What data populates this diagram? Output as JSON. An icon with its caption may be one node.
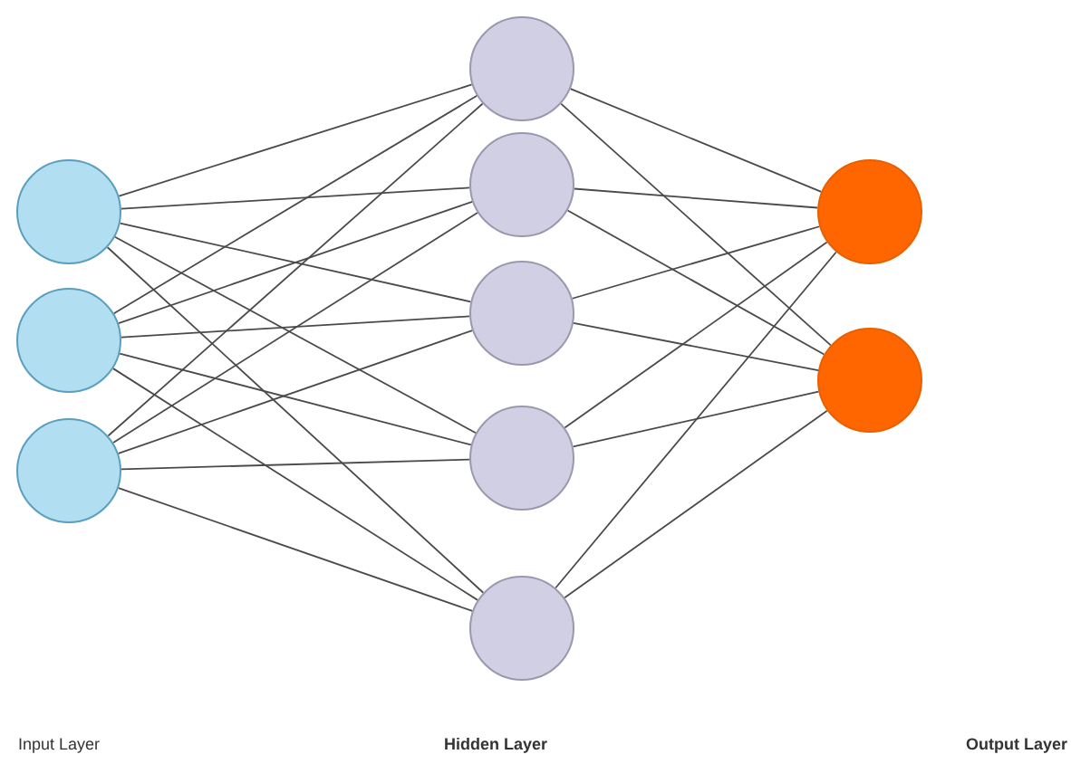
{
  "diagram": {
    "nodes": [
      {
        "text": [],
        "shape": "circle"
      },
      {
        "text": [],
        "shape": "circle"
      },
      {
        "text": [],
        "shape": "circle"
      },
      {
        "text": [],
        "shape": "circle"
      },
      {
        "text": [],
        "shape": "circle"
      },
      {
        "text": [],
        "shape": "circle"
      },
      {
        "text": [],
        "shape": "circle"
      },
      {
        "text": [],
        "shape": "circle"
      },
      {
        "text": [],
        "shape": "circle"
      },
      {
        "text": [],
        "shape": "circle"
      }
    ],
    "edges": [
      {
        "from": 0,
        "to": 3,
        "arrow": "none"
      },
      {
        "from": 0,
        "to": 4,
        "arrow": "none"
      },
      {
        "from": 0,
        "to": 5,
        "arrow": "none"
      },
      {
        "from": 0,
        "to": 6,
        "arrow": "none"
      },
      {
        "from": 0,
        "to": 7,
        "arrow": "none"
      },
      {
        "from": 1,
        "to": 3,
        "arrow": "none"
      },
      {
        "from": 1,
        "to": 4,
        "arrow": "none"
      },
      {
        "from": 1,
        "to": 5,
        "arrow": "none"
      },
      {
        "from": 1,
        "to": 6,
        "arrow": "none"
      },
      {
        "from": 1,
        "to": 7,
        "arrow": "none"
      },
      {
        "from": 2,
        "to": 3,
        "arrow": "none"
      },
      {
        "from": 2,
        "to": 4,
        "arrow": "none"
      },
      {
        "from": 2,
        "to": 5,
        "arrow": "none"
      },
      {
        "from": 2,
        "to": 6,
        "arrow": "none"
      },
      {
        "from": 2,
        "to": 7,
        "arrow": "none"
      },
      {
        "from": 3,
        "to": 8,
        "arrow": "none"
      },
      {
        "from": 3,
        "to": 9,
        "arrow": "none"
      },
      {
        "from": 4,
        "to": 8,
        "arrow": "none"
      },
      {
        "from": 4,
        "to": 9,
        "arrow": "none"
      },
      {
        "from": 5,
        "to": 8,
        "arrow": "none"
      },
      {
        "from": 5,
        "to": 9,
        "arrow": "none"
      },
      {
        "from": 6,
        "to": 8,
        "arrow": "none"
      },
      {
        "from": 6,
        "to": 9,
        "arrow": "none"
      },
      {
        "from": 7,
        "to": 8,
        "arrow": "none"
      },
      {
        "from": 7,
        "to": 9,
        "arrow": "none"
      }
    ],
    "labels": [
      "Input Layer",
      "Hidden Layer",
      "Output Layer"
    ]
  }
}
